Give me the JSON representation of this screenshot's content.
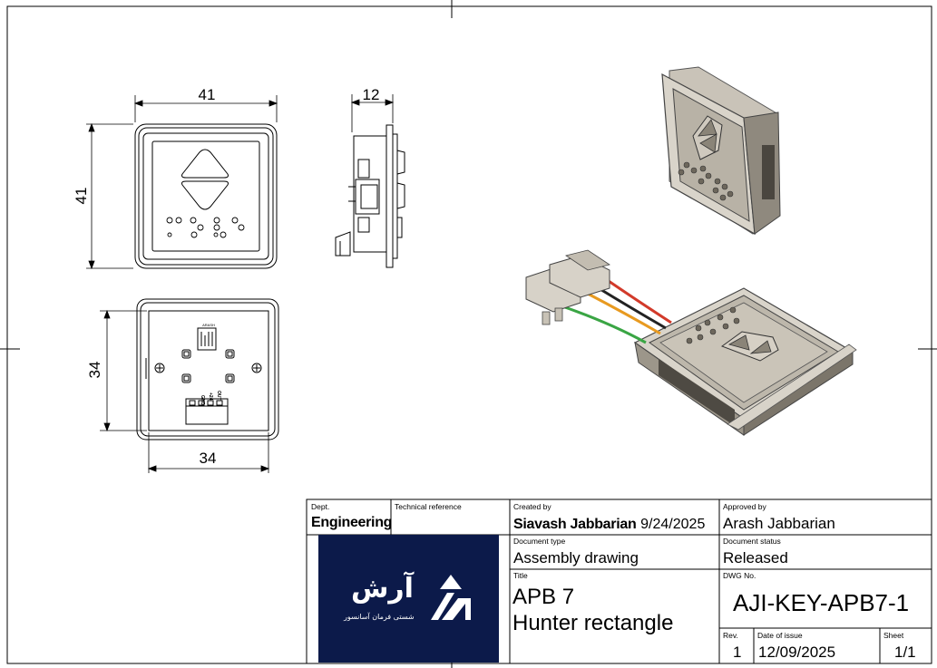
{
  "dimensions": {
    "front_width": "41",
    "front_height": "41",
    "side_depth": "12",
    "back_height": "34",
    "back_width": "34"
  },
  "back_markings": {
    "pins": [
      "GND",
      "+24",
      "OUT"
    ]
  },
  "title_block": {
    "dept_label": "Dept.",
    "dept_value": "Engineering",
    "tech_ref_label": "Technical reference",
    "tech_ref_value": "",
    "created_by_label": "Created by",
    "created_by_value": "Siavash Jabbarian",
    "created_date": "9/24/2025",
    "approved_by_label": "Approved by",
    "approved_by_value": "Arash Jabbarian",
    "doc_type_label": "Document type",
    "doc_type_value": "Assembly drawing",
    "doc_status_label": "Document status",
    "doc_status_value": "Released",
    "title_label": "Title",
    "title_line1": "APB 7",
    "title_line2": "Hunter rectangle",
    "dwg_label": "DWG No.",
    "dwg_value": "AJI-KEY-APB7-1",
    "rev_label": "Rev.",
    "rev_value": "1",
    "issue_label": "Date of issue",
    "issue_value": "12/09/2025",
    "sheet_label": "Sheet",
    "sheet_value": "1/1"
  },
  "logo": {
    "brand_text": "آرش",
    "tagline": "شستی فرمان آسانسور",
    "background_color": "#0c1a4a",
    "accent_color": "#ffffff"
  },
  "wire_colors": {
    "red": "#d23a2a",
    "orange": "#e89a20",
    "black": "#222222",
    "green": "#3aa544"
  }
}
